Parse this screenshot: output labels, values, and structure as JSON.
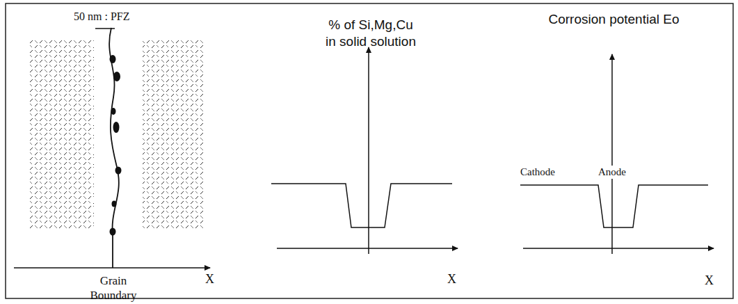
{
  "diagram": {
    "labels": [
      "50 nm : PFZ",
      "Grain Boundary",
      "X",
      "% of Si,Mg,Cu in solid solution",
      "X",
      "Corrosion potential Eo",
      "Cathode",
      "Anode",
      "X"
    ]
  }
}
